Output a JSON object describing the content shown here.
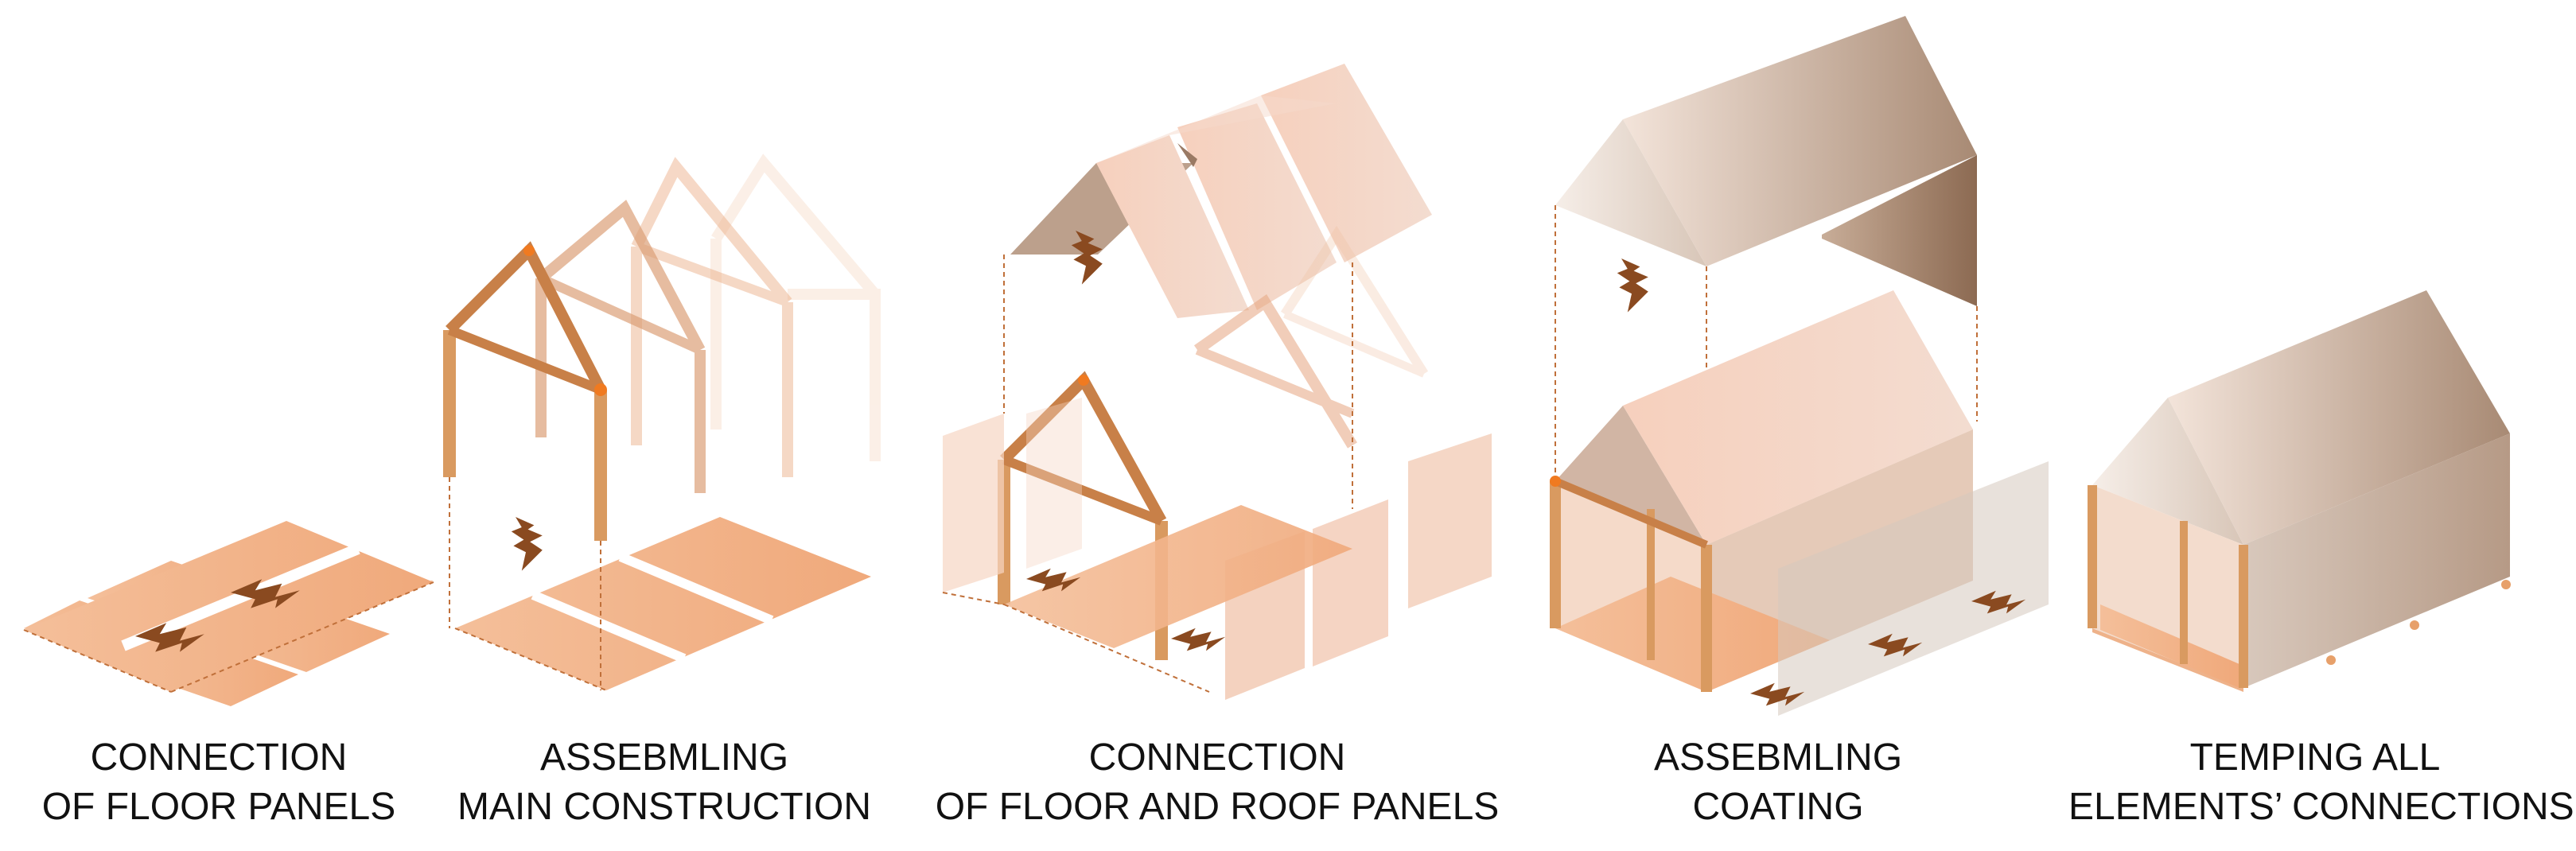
{
  "steps": [
    {
      "line1": "CONNECTION",
      "line2": "OF FLOOR PANELS"
    },
    {
      "line1": "ASSEBMLING",
      "line2": "MAIN CONSTRUCTION"
    },
    {
      "line1": "CONNECTION",
      "line2": "OF FLOOR AND ROOF PANELS"
    },
    {
      "line1": "ASSEBMLING",
      "line2": "COATING"
    },
    {
      "line1": "TEMPING ALL",
      "line2": "ELEMENTS’ CONNECTIONS"
    }
  ],
  "colors": {
    "floor": "#f2b48b",
    "floor_dark": "#e9a070",
    "frame": "#d99a60",
    "frame_accent": "#f07a20",
    "arrow": "#8a4a20",
    "panel": "#f6d5c3",
    "roof_light": "#efe0d6",
    "roof_dark": "#9b7b66",
    "guide": "#c7876a"
  },
  "icons": [
    "arrow-icon"
  ]
}
